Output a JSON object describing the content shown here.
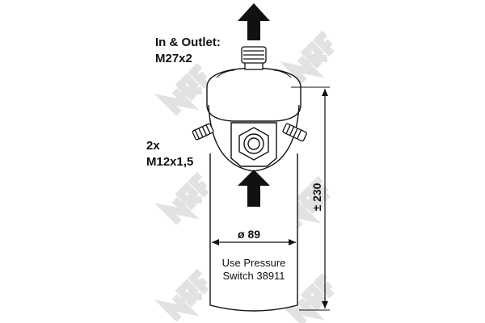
{
  "image_type": "technical line drawing",
  "colors": {
    "line": "#111111",
    "fill": "#ffffff",
    "watermark": "#e2e2e2"
  },
  "icons": {
    "outlet_arrow": "arrow-up-icon",
    "inlet_arrow": "arrow-up-icon",
    "watermark": "nrf-logo-watermark"
  },
  "labels": {
    "outlet_title": "In & Outlet:",
    "outlet_thread": "M27x2",
    "side_count": "2x",
    "side_thread": "M12x1,5",
    "note_line1": "Use Pressure",
    "note_line2": "Switch 38911"
  },
  "dimensions": {
    "diameter_label": "ø 89",
    "height_label": "± 230"
  },
  "watermark_text": "NRF"
}
